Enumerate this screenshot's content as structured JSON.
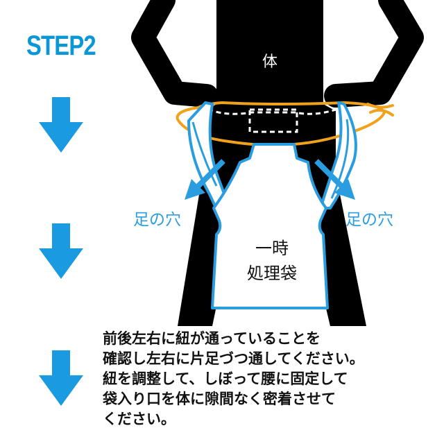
{
  "step": {
    "title": "STEP2"
  },
  "diagram": {
    "body_label": "体",
    "bag_label_line1": "一時",
    "bag_label_line2": "処理袋",
    "leg_hole_left": "足の穴",
    "leg_hole_right": "足の穴"
  },
  "instruction": {
    "lines": [
      "前後左右に紐が通っていることを",
      "確認し左右に片足づつ通してください。",
      "紐を調整して、しぼって腰に固定して",
      "袋入り口を体に隙間なく密着させて",
      "ください。"
    ]
  },
  "icons": {
    "step_arrow": "down-arrow-icon",
    "leg_arrow": "diagonal-arrow-icon"
  },
  "colors": {
    "accent_blue": "#0b97d6",
    "cord_orange": "#f1a21c",
    "body_black": "#000000",
    "text_dark": "#111111"
  }
}
